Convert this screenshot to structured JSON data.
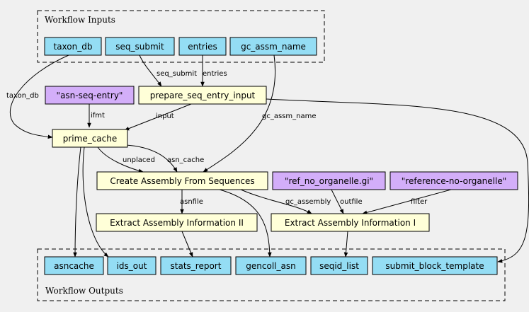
{
  "clusters": {
    "inputs": {
      "label": "Workflow Inputs"
    },
    "outputs": {
      "label": "Workflow Outputs"
    }
  },
  "colors": {
    "io": "#94ddf4",
    "step": "#ffffd8",
    "literal": "#d3aef9",
    "border": "#000000",
    "background": "#f0f0f0"
  },
  "nodes": {
    "taxon_db": "taxon_db",
    "seq_submit": "seq_submit",
    "entries": "entries",
    "gc_assm_name": "gc_assm_name",
    "asn_seq_entry": "\"asn-seq-entry\"",
    "prepare_seq_entry_input": "prepare_seq_entry_input",
    "prime_cache": "prime_cache",
    "create_assembly": "Create Assembly From Sequences",
    "ref_no_organelle": "\"ref_no_organelle.gi\"",
    "reference_no_organelle": "\"reference-no-organelle\"",
    "extract_info_2": "Extract Assembly Information II",
    "extract_info_1": "Extract Assembly Information I",
    "asncache": "asncache",
    "ids_out": "ids_out",
    "stats_report": "stats_report",
    "gencoll_asn": "gencoll_asn",
    "seqid_list": "seqid_list",
    "submit_block_template": "submit_block_template"
  },
  "edge_labels": {
    "seq_submit": "seq_submit",
    "entries": "entries",
    "taxon_db": "taxon_db",
    "ifmt": "ifmt",
    "input": "input",
    "gc_assm_name": "gc_assm_name",
    "unplaced": "unplaced",
    "asn_cache": "asn_cache",
    "asnfile": "asnfile",
    "gc_assembly": "gc_assembly",
    "outfile": "outfile",
    "filter": "filter"
  }
}
